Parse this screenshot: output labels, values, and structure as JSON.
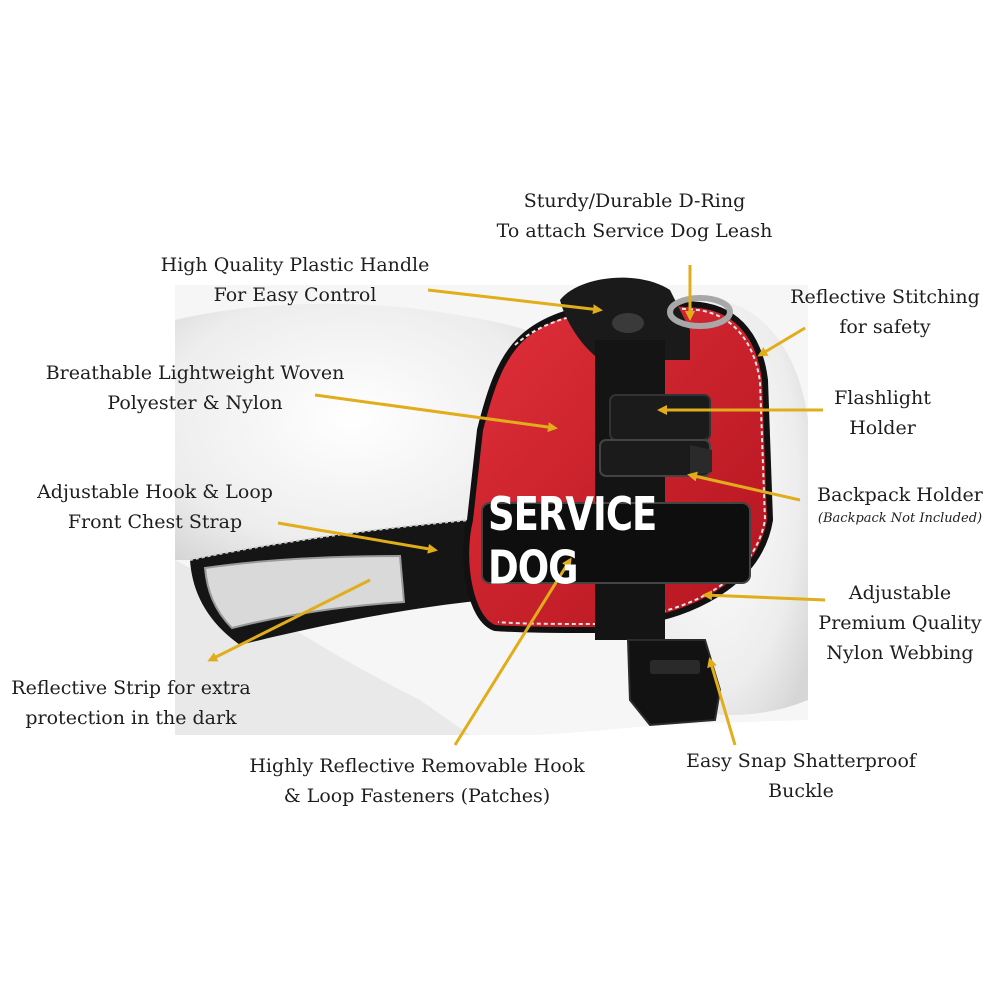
{
  "colors": {
    "harness_red": "#d0202c",
    "webbing_black": "#151515",
    "arrow_gold": "#e2ad1a",
    "mannequin": "#ececec",
    "reflective": "#cfcfcf",
    "text": "#1e1e1e"
  },
  "patch": {
    "text": "SERVICE DOG"
  },
  "labels": {
    "d_ring": {
      "lines": [
        "Sturdy/Durable D-Ring",
        "To attach Service Dog Leash"
      ]
    },
    "handle": {
      "lines": [
        "High Quality Plastic Handle",
        "For Easy Control"
      ]
    },
    "stitching": {
      "lines": [
        "Reflective Stitching",
        "for safety"
      ]
    },
    "material": {
      "lines": [
        "Breathable Lightweight Woven",
        "Polyester & Nylon"
      ]
    },
    "flashlight": {
      "lines": [
        "Flashlight",
        "Holder"
      ]
    },
    "chest_strap": {
      "lines": [
        "Adjustable Hook & Loop",
        "Front Chest Strap"
      ]
    },
    "backpack": {
      "lines": [
        "Backpack Holder"
      ],
      "note": "(Backpack Not Included)"
    },
    "webbing": {
      "lines": [
        "Adjustable",
        "Premium Quality",
        "Nylon Webbing"
      ]
    },
    "strip": {
      "lines": [
        "Reflective Strip for extra",
        "protection in the dark"
      ]
    },
    "fasteners": {
      "lines": [
        "Highly Reflective Removable Hook",
        "& Loop Fasteners (Patches)"
      ]
    },
    "buckle": {
      "lines": [
        "Easy Snap Shatterproof",
        "Buckle"
      ]
    }
  }
}
